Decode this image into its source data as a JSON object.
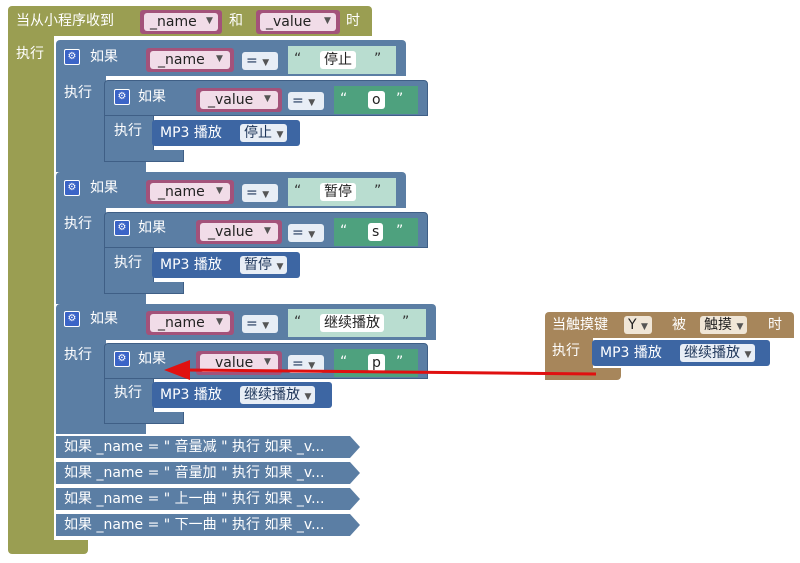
{
  "event": {
    "title_pre": "当从小程序收到",
    "param1": "_name",
    "and": "和",
    "param2": "_value",
    "title_post": "时",
    "do": "执行"
  },
  "common": {
    "if": "如果",
    "do": "执行",
    "eq": "=",
    "mp3_play": "MP3 播放",
    "var_name": "_name",
    "var_value": "_value",
    "quote_open": "“",
    "quote_close": "”"
  },
  "blocks": [
    {
      "name_value": "停止",
      "value_value": "o",
      "play_value": "停止"
    },
    {
      "name_value": "暂停",
      "value_value": "s",
      "play_value": "暂停"
    },
    {
      "name_value": "继续播放",
      "value_value": "p",
      "play_value": "继续播放"
    }
  ],
  "collapsed": [
    "如果 _name = \" 音量减 \" 执行 如果 _v...",
    "如果 _name = \" 音量加 \" 执行 如果 _v...",
    "如果 _name = \" 上一曲 \" 执行 如果 _v...",
    "如果 _name = \" 下一曲 \" 执行 如果 _v..."
  ],
  "touch_event": {
    "title_pre": "当触摸键",
    "key": "Y",
    "by": "被",
    "action": "触摸",
    "title_post": "时",
    "do": "执行",
    "mp3_play": "MP3 播放",
    "play_value": "继续播放"
  },
  "colors": {
    "event": "#9a9e52",
    "if": "#5b7ea4",
    "mp3": "#3d66a3",
    "variable": "#a3527a",
    "string": "#4ea17e",
    "touch_event": "#a7865b",
    "arrow": "#e01010"
  }
}
